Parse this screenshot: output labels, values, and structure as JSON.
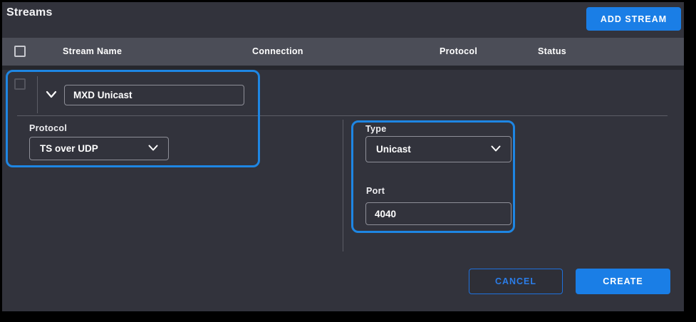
{
  "page": {
    "title": "Streams"
  },
  "header": {
    "add_stream_label": "ADD STREAM"
  },
  "table": {
    "columns": [
      "Stream Name",
      "Connection",
      "Protocol",
      "Status"
    ]
  },
  "row": {
    "name_value": "MXD Unicast",
    "protocol": {
      "label": "Protocol",
      "value": "TS over UDP"
    },
    "type": {
      "label": "Type",
      "value": "Unicast"
    },
    "port": {
      "label": "Port",
      "value": "4040"
    }
  },
  "footer": {
    "cancel_label": "CANCEL",
    "create_label": "CREATE"
  },
  "icons": {
    "expand_chevron": "chevron-down",
    "protocol_chevron": "chevron-down",
    "type_chevron": "chevron-down"
  },
  "colors": {
    "accent_blue": "#1a7ee6",
    "highlight_blue": "#1e86e3",
    "panel_bg": "#32333c",
    "table_header_bg": "#4b4d57",
    "cancel_text_blue": "#2b7de9"
  }
}
